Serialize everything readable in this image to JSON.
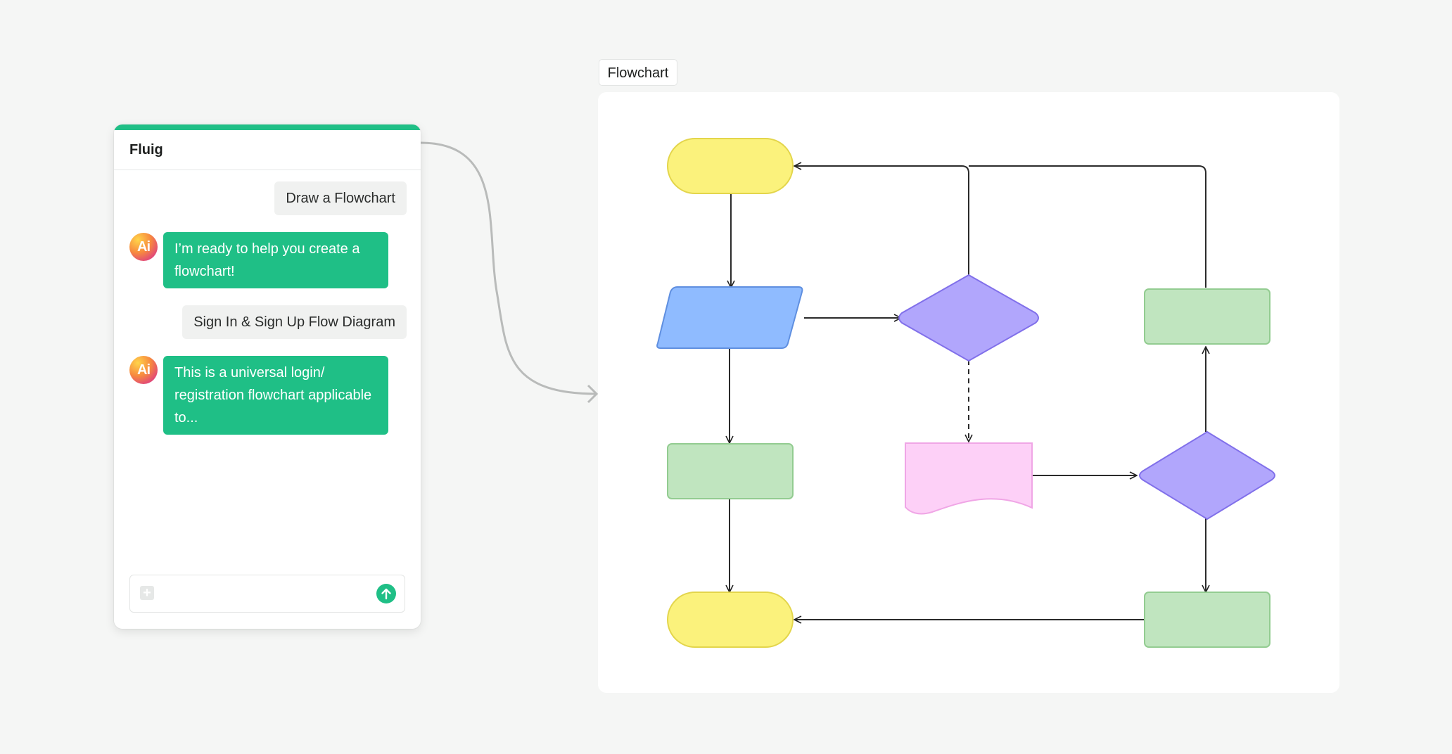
{
  "chat": {
    "title": "Fluig",
    "messages": [
      {
        "role": "user",
        "text": "Draw a Flowchart"
      },
      {
        "role": "ai",
        "avatar": "Ai",
        "text": "I’m ready to help you create a flowchart!"
      },
      {
        "role": "user",
        "text": "Sign In & Sign Up Flow Diagram"
      },
      {
        "role": "ai",
        "avatar": "Ai",
        "text": "This is a universal login/ registration flowchart applicable to..."
      }
    ],
    "composer": {
      "attach_icon": "plus-icon",
      "send_icon": "arrow-up-icon"
    }
  },
  "flowchart": {
    "tab_label": "Flowchart",
    "colors": {
      "terminal": "#fbf27c",
      "terminal_stroke": "#e3d54b",
      "io": "#8fbbff",
      "io_stroke": "#5f8fe0",
      "decision": "#b1a6fc",
      "decision_stroke": "#8170ea",
      "process": "#c0e5bf",
      "process_stroke": "#93cc91",
      "document": "#fdd0f7",
      "document_stroke": "#f0a6e6",
      "accent": "#1fbf86"
    }
  }
}
